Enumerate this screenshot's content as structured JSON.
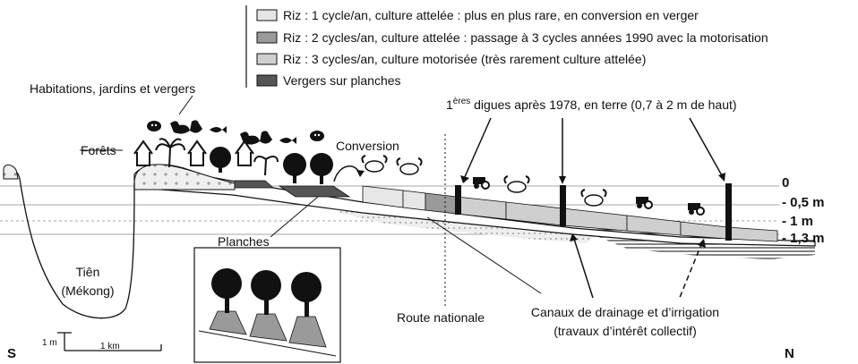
{
  "legend": [
    {
      "text": "Riz : 1 cycle/an, culture attelée : plus en plus rare, en conversion en verger",
      "color": "#e6e6e6"
    },
    {
      "text": "Riz : 2 cycles/an, culture attelée : passage à 3 cycles années 1990 avec la motorisation",
      "color": "#9a9a9a"
    },
    {
      "text": "Riz : 3 cycles/an, culture motorisée (très rarement culture attelée)",
      "color": "#cfcfcf"
    },
    {
      "text": "Vergers sur planches",
      "color": "#555555"
    }
  ],
  "labels": {
    "habitations": "Habitations, jardins et vergers",
    "forets": "Forêts",
    "conversion": "Conversion",
    "digues_sup": "ères",
    "digues_num": "1",
    "digues_rest": " digues après 1978, en terre (0,7 à 2 m de haut)",
    "planches": "Planches",
    "tien": "Tiên",
    "mekong": "(Mékong)",
    "route": "Route nationale",
    "canaux_1": "Canaux de drainage et d’irrigation",
    "canaux_2": "(travaux d’intérêt collectif)"
  },
  "levels": [
    "0",
    "- 0,5 m",
    "- 1 m",
    "- 1,3 m"
  ],
  "orientation": {
    "south": "S",
    "north": "N"
  },
  "scale": {
    "vertical": "1 m",
    "horizontal": "1 km"
  },
  "icons": [
    "pig-icon",
    "duck-icon",
    "chicken-icon",
    "fish-icon",
    "buffalo-icon",
    "tractor-icon",
    "tree-icon",
    "palm-icon",
    "house-icon"
  ]
}
